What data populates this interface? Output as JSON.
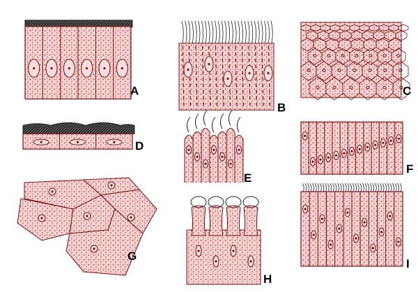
{
  "panels": [
    {
      "id": "A",
      "label": "A",
      "kind": "columnar-striated-border"
    },
    {
      "id": "B",
      "label": "B",
      "kind": "ciliated-columnar"
    },
    {
      "id": "C",
      "label": "C",
      "kind": "stratified-polygonal"
    },
    {
      "id": "D",
      "label": "D",
      "kind": "cuboidal-border"
    },
    {
      "id": "E",
      "label": "E",
      "kind": "flagellated-columnar"
    },
    {
      "id": "F",
      "label": "F",
      "kind": "pseudostratified"
    },
    {
      "id": "G",
      "label": "G",
      "kind": "squamous"
    },
    {
      "id": "H",
      "label": "H",
      "kind": "goblet-columnar"
    },
    {
      "id": "I",
      "label": "I",
      "kind": "ciliated-pseudostratified"
    }
  ],
  "colors": {
    "cell": "#f3c9c9",
    "stipple": "#9b1b1b",
    "outline": "#7a1010",
    "border": "#3a3a3a"
  }
}
